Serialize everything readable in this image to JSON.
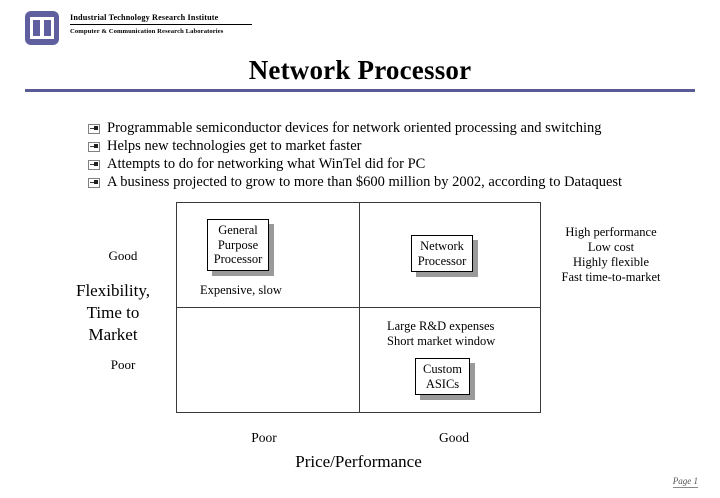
{
  "header": {
    "logo_icon": "itri-logo-icon",
    "org_line_1": "Industrial Technology Research Institute",
    "org_line_2": "Computer & Communication Research Laboratories",
    "accent_color": "#5a5a96"
  },
  "title": "Network Processor",
  "bullets": [
    {
      "marker_icon": "note-bullet-icon",
      "text": "Programmable semiconductor devices for network oriented processing and switching"
    },
    {
      "marker_icon": "note-bullet-icon",
      "text": "Helps new technologies get to market faster"
    },
    {
      "marker_icon": "note-bullet-icon",
      "text": "Attempts to do for networking what WinTel did for PC"
    },
    {
      "marker_icon": "note-bullet-icon",
      "text": "A business projected to grow to more than $600 million by 2002, according to Dataquest"
    }
  ],
  "chart_data": {
    "type": "scatter",
    "title": "",
    "xlabel": "Price/Performance",
    "ylabel": "Flexibility, Time to Market",
    "x_ticks": [
      "Poor",
      "Good"
    ],
    "y_ticks": [
      "Good",
      "Poor"
    ],
    "grid": true,
    "quadrants": [
      {
        "quadrant": "top-left",
        "x": "Poor",
        "y": "Good",
        "label": "General\nPurpose\nProcessor",
        "note": "Expensive, slow"
      },
      {
        "quadrant": "top-right",
        "x": "Good",
        "y": "Good",
        "label": "Network\nProcessor",
        "note": ""
      },
      {
        "quadrant": "bottom-left",
        "x": "Poor",
        "y": "Poor",
        "label": "",
        "note": ""
      },
      {
        "quadrant": "bottom-right",
        "x": "Good",
        "y": "Poor",
        "label": "Custom\nASICs",
        "note": "Large R&D expenses\nShort market window"
      }
    ],
    "annotations": [
      "High performance",
      "Low cost",
      "Highly flexible",
      "Fast time-to-market"
    ]
  },
  "matrix": {
    "node_gpp_line_1": "General",
    "node_gpp_line_2": "Purpose",
    "node_gpp_line_3": "Processor",
    "note_gpp": "Expensive, slow",
    "node_np_line_1": "Network",
    "node_np_line_2": "Processor",
    "note_asic_line_1": "Large R&D expenses",
    "note_asic_line_2": "Short market window",
    "node_asic_line_1": "Custom",
    "node_asic_line_2": "ASICs"
  },
  "axes": {
    "y_good": "Good",
    "y_title_line_1": "Flexibility,",
    "y_title_line_2": "Time to",
    "y_title_line_3": "Market",
    "y_poor": "Poor",
    "x_poor": "Poor",
    "x_good": "Good",
    "x_title": "Price/Performance"
  },
  "benefits": [
    "High performance",
    "Low cost",
    "Highly flexible",
    "Fast time-to-market"
  ],
  "footer": {
    "page_label": "Page 1"
  }
}
